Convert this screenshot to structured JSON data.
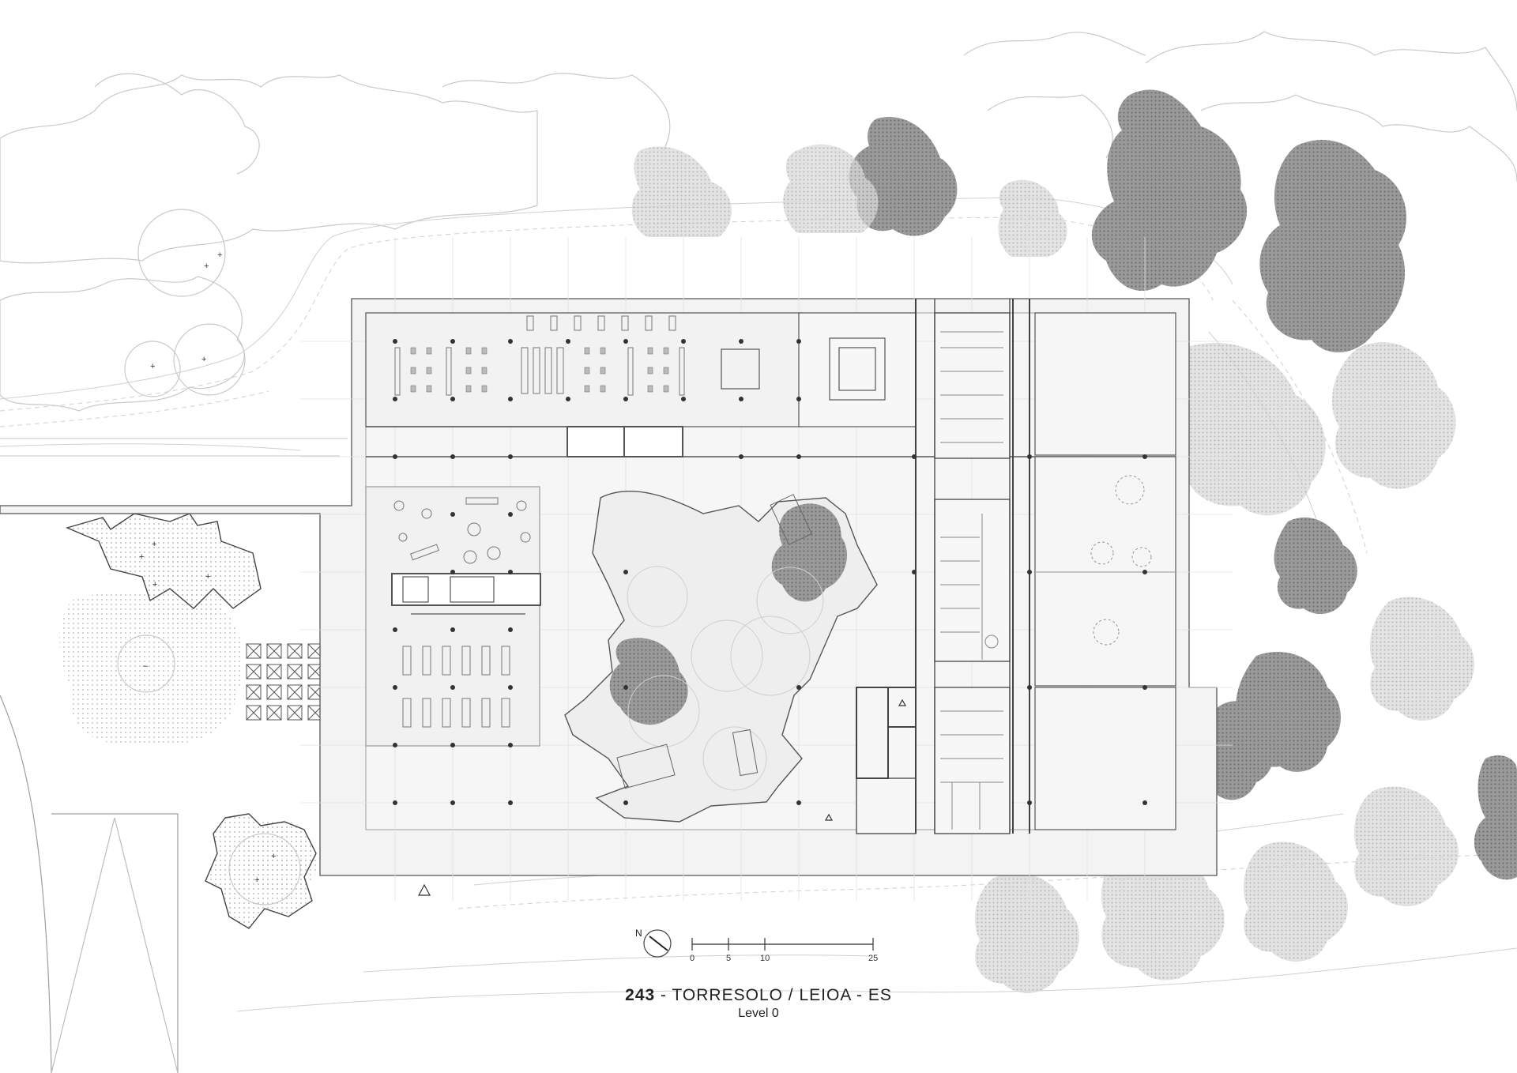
{
  "drawing": {
    "project_number": "243",
    "separator": " - ",
    "project_name": "TORRESOLO / LEIOA - ES",
    "level": "Level 0"
  },
  "north_arrow": {
    "label": "N"
  },
  "scale_bar": {
    "ticks": [
      "0",
      "5",
      "10",
      "25"
    ]
  },
  "palette": {
    "line": "#555555",
    "light_line": "#bdbdbd",
    "floor": "#f1f1f1",
    "tree_dark": "#8c8c8c",
    "tree_light": "#d6d6d6"
  }
}
